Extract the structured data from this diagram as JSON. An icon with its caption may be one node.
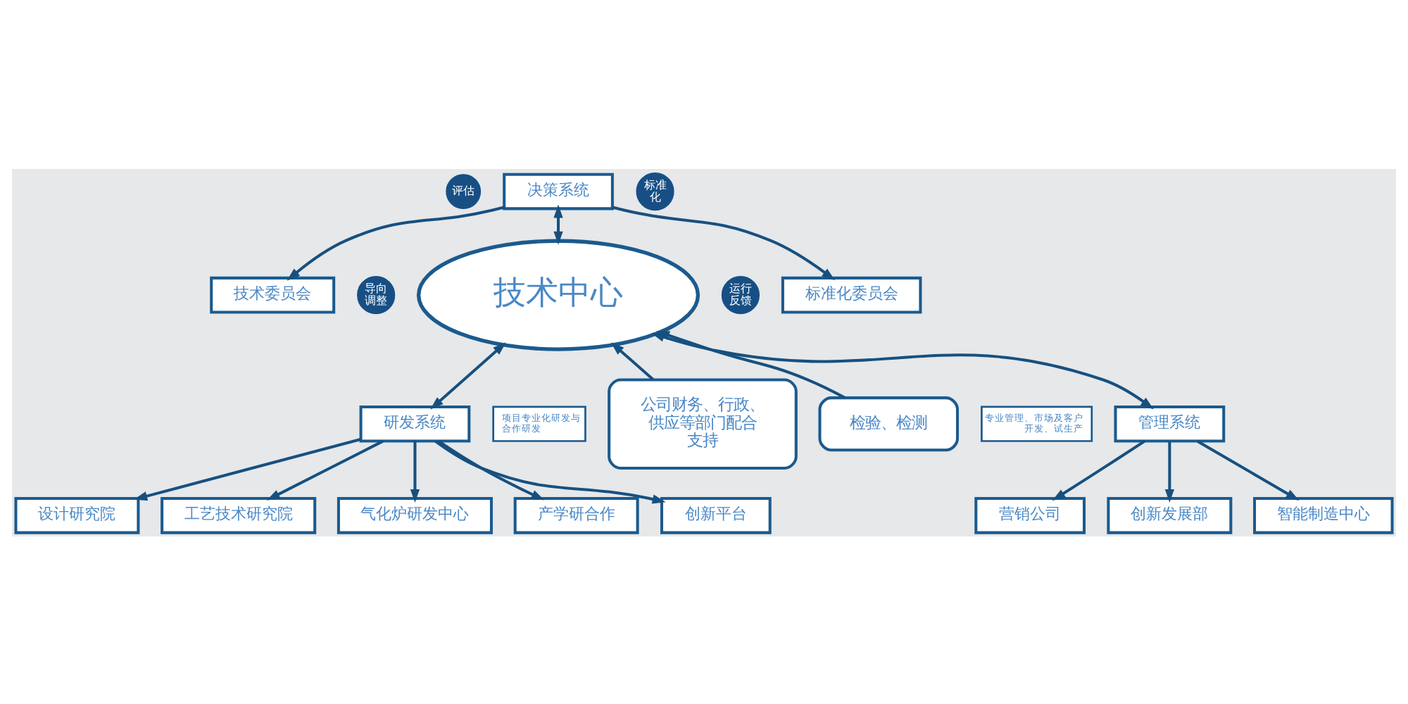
{
  "diagram": {
    "nodes": [
      {
        "text": [
          "技术委员会"
        ]
      },
      {
        "text": [
          "评估"
        ]
      },
      {
        "text": [
          "决策系统"
        ]
      },
      {
        "text": [
          "标准化"
        ]
      },
      {
        "text": [
          "标准化委员会"
        ]
      },
      {
        "text": [
          "导向调整"
        ]
      },
      {
        "text": [
          "运行反馈"
        ]
      },
      {
        "text": [
          "技术中心"
        ]
      },
      {
        "text": [
          "设计研究院"
        ]
      },
      {
        "text": [
          "工艺技术研究院"
        ]
      },
      {
        "text": [
          "项目专业化研发与合作研发"
        ]
      },
      {
        "text": [
          "专业管理、市场及客户开发、试生产"
        ]
      },
      {
        "text": [
          "营销公司"
        ]
      },
      {
        "text": [
          "气化炉研发中心"
        ]
      },
      {
        "text": [
          "研发系统"
        ]
      },
      {
        "text": [
          "管理系统"
        ]
      },
      {
        "text": [
          "创新发展部"
        ]
      },
      {
        "text": [
          "产学研合作"
        ]
      },
      {
        "text": [
          "智能制造中心"
        ]
      },
      {
        "text": [
          "创新平台"
        ]
      },
      {
        "text": [
          "公司财务、行政、供应等部门配合支持"
        ]
      },
      {
        "text": [
          "检验、检测"
        ]
      }
    ],
    "edges": [
      {
        "from": 2,
        "to": 0,
        "arrow": "to"
      },
      {
        "from": 2,
        "to": 7,
        "arrow": "both"
      },
      {
        "from": 2,
        "to": 4,
        "arrow": "to"
      },
      {
        "from": 7,
        "to": 14,
        "arrow": "both"
      },
      {
        "from": 7,
        "to": 15,
        "arrow": "both"
      },
      {
        "from": 14,
        "to": 8,
        "arrow": "to"
      },
      {
        "from": 14,
        "to": 9,
        "arrow": "to"
      },
      {
        "from": 14,
        "to": 13,
        "arrow": "to"
      },
      {
        "from": 14,
        "to": 17,
        "arrow": "to"
      },
      {
        "from": 14,
        "to": 19,
        "arrow": "to"
      },
      {
        "from": 15,
        "to": 12,
        "arrow": "to"
      },
      {
        "from": 15,
        "to": 16,
        "arrow": "to"
      },
      {
        "from": 15,
        "to": 18,
        "arrow": "to"
      },
      {
        "from": 20,
        "to": 7,
        "arrow": "to"
      },
      {
        "from": 21,
        "to": 7,
        "arrow": "to"
      }
    ]
  }
}
